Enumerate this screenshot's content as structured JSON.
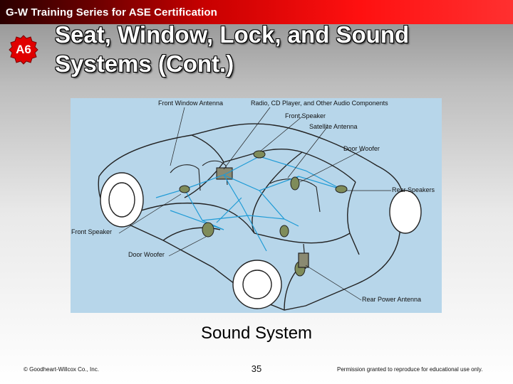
{
  "header": {
    "series_title": "G-W Training Series for ASE Certification",
    "badge": "A6",
    "slide_title_line1": "Seat, Window, Lock, and Sound",
    "slide_title_line2": "Systems (Cont.)"
  },
  "diagram": {
    "labels": {
      "front_window_antenna": "Front Window Antenna",
      "radio_cd_player": "Radio, CD Player, and Other Audio Components",
      "front_speaker_top": "Front Speaker",
      "satellite_antenna": "Satellite Antenna",
      "door_woofer_top": "Door Woofer",
      "rear_speakers": "Rear Speakers",
      "front_speaker_left": "Front Speaker",
      "door_woofer_left": "Door Woofer",
      "rear_power_antenna": "Rear Power Antenna"
    },
    "colors": {
      "background": "#b7d6ea",
      "wiring": "#1f9bd6",
      "line_art": "#222222"
    }
  },
  "caption": "Sound System",
  "footer": {
    "copyright": "© Goodheart-Willcox Co., Inc.",
    "page_number": "35",
    "permission": "Permission granted to reproduce for educational use only."
  }
}
